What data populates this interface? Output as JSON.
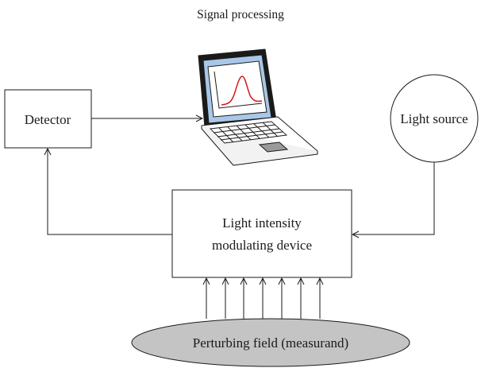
{
  "diagram": {
    "title": "Signal processing",
    "detector_label": "Detector",
    "light_source_label": "Light source",
    "device_label_line1": "Light intensity",
    "device_label_line2": "modulating device",
    "perturbing_field_label": "Perturbing field (measurand)",
    "computer_icon": "laptop-icon",
    "plot_icon": "peak-signal-plot-icon"
  },
  "colors": {
    "stroke": "#1a1a1a",
    "ellipse_fill": "#c4c4c4",
    "screen_bezel": "#1a1a1a",
    "screen_frame": "#a9c7e8",
    "screen_bg": "#ffffff",
    "signal_curve": "#d21a1a",
    "touchpad": "#9a9a9a"
  }
}
